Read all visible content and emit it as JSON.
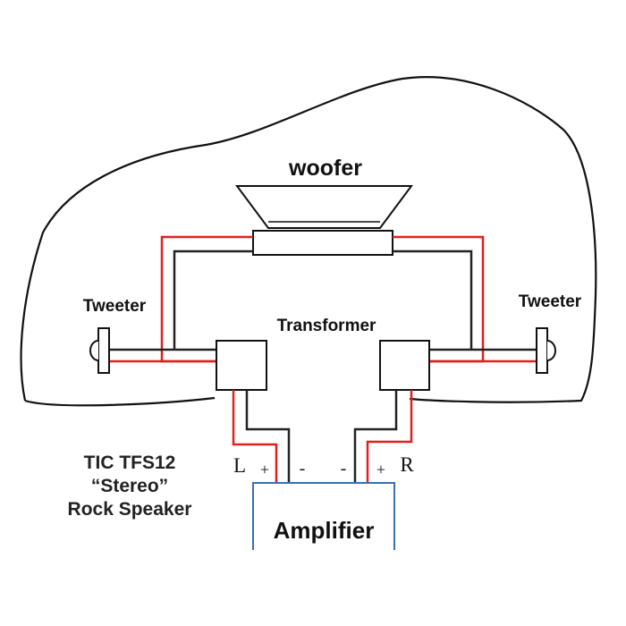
{
  "labels": {
    "woofer": "woofer",
    "tweeter_left": "Tweeter",
    "tweeter_right": "Tweeter",
    "transformer": "Transformer",
    "amplifier": "Amplifier",
    "left_channel": "L",
    "right_channel": "R",
    "left_plus": "+",
    "left_minus": "-",
    "right_minus": "-",
    "right_plus": "+"
  },
  "caption": {
    "line1": "TIC TFS12",
    "line2": "“Stereo”",
    "line3": "Rock Speaker"
  },
  "colors": {
    "positive_wire": "#e02020",
    "negative_wire": "#222222",
    "amplifier_border": "#3a6fb0",
    "outline": "#111111"
  }
}
